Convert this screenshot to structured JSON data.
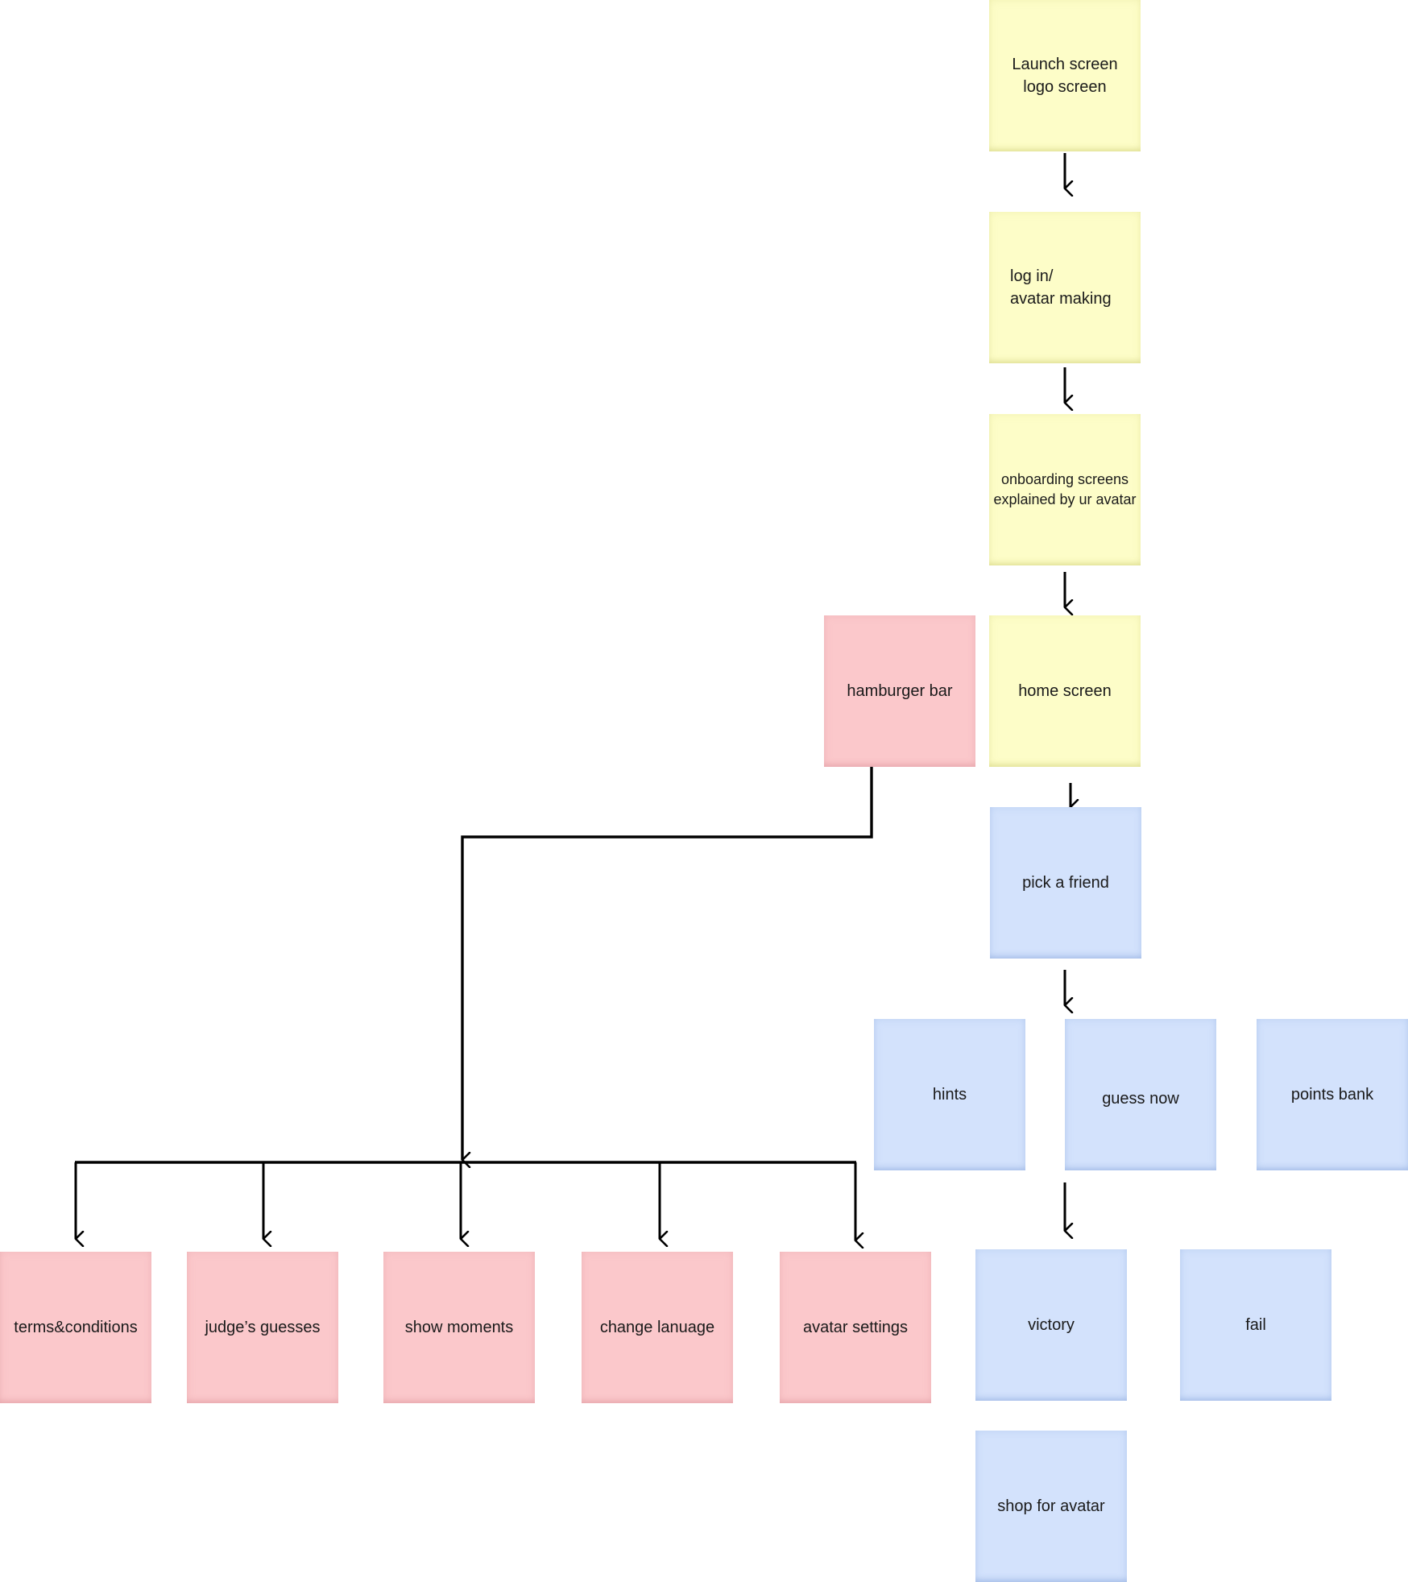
{
  "colors": {
    "yellow": "#fdfdc8",
    "blue": "#d3e2fc",
    "pink": "#fbc8cb",
    "line": "#000000"
  },
  "nodes": {
    "launch": "Launch screen\nlogo screen",
    "login": "log in/\navatar making",
    "onboarding": "onboarding screens\nexplained by ur avatar",
    "home": "home screen",
    "hamburger": "hamburger bar",
    "pick_friend": "pick a  friend",
    "hints": "hints",
    "guess_now": "guess now",
    "points_bank": "points bank",
    "victory": "victory",
    "fail": "fail",
    "shop": "shop for avatar",
    "terms": "terms&conditions",
    "judges": "judge’s guesses",
    "show_moments": "show moments",
    "change_language": "change lanuage",
    "avatar_settings": "avatar settings"
  }
}
